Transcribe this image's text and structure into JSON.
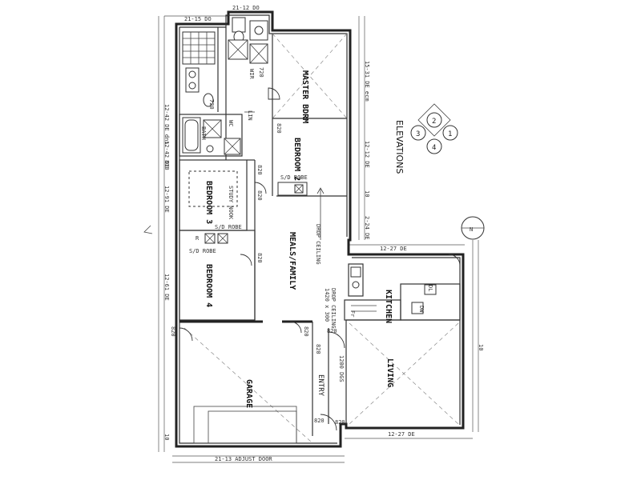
{
  "plan": {
    "rooms": {
      "master_bedroom": "MASTER BDRM",
      "bedroom_2": "BEDROOM 2",
      "bedroom_3": "BEDROOM 3",
      "bedroom_4": "BEDROOM 4",
      "meals_family": "MEALS/FAMILY",
      "kitchen": "KITCHEN",
      "living": "LIVING",
      "garage": "GARAGE",
      "entry": "ENTRY",
      "linen": "LIN",
      "wir": "WIR",
      "bath": "BATH",
      "wc": "WC"
    },
    "notes": {
      "drop_ceiling": "DROP CEILING",
      "drop_ceiling_2": "DROP CEILING",
      "kitchen_bulkhead": "1420 x 300",
      "robe_1": "S/D ROBE",
      "robe_2": "S/D ROBE",
      "robe_3": "S/D ROBE",
      "study": "STUDY NOOK",
      "rf": "R",
      "fr": "Fr",
      "dw": "DW",
      "dl": "DL"
    },
    "dimensions": {
      "top_width": "21-15 DO",
      "top_right": "21-12 DO",
      "bottom_width": "21-13 ADJUST DOOR",
      "left_1": "12-42 DE dns",
      "left_2": "12-42 DE",
      "left_3": "12-91 DE",
      "left_4": "12-61 DE",
      "right_1": "15-31 DE ecm",
      "right_2": "12-12 DE",
      "right_3": "2-24 DE",
      "kitchen_top": "12-27 DE",
      "living_bottom": "12-27 DE",
      "corner_1": "810",
      "corner_2": "820",
      "corner_3": "820",
      "corner_4": "820",
      "corner_5": "820",
      "corner_6": "820",
      "corner_7": "820",
      "door_1": "720",
      "door_2": "720",
      "door_3": "820",
      "door_4": "820",
      "door_5": "820",
      "door_6": "1200 DGS",
      "entry_door": "820",
      "side_10": "10",
      "side_11": "10",
      "side_12": "10"
    },
    "elevations": {
      "title": "ELEVATIONS",
      "e1": "1",
      "e2": "2",
      "e3": "3",
      "e4": "4"
    },
    "north": "N",
    "colors": {
      "line": "#222222",
      "background": "#ffffff"
    }
  }
}
